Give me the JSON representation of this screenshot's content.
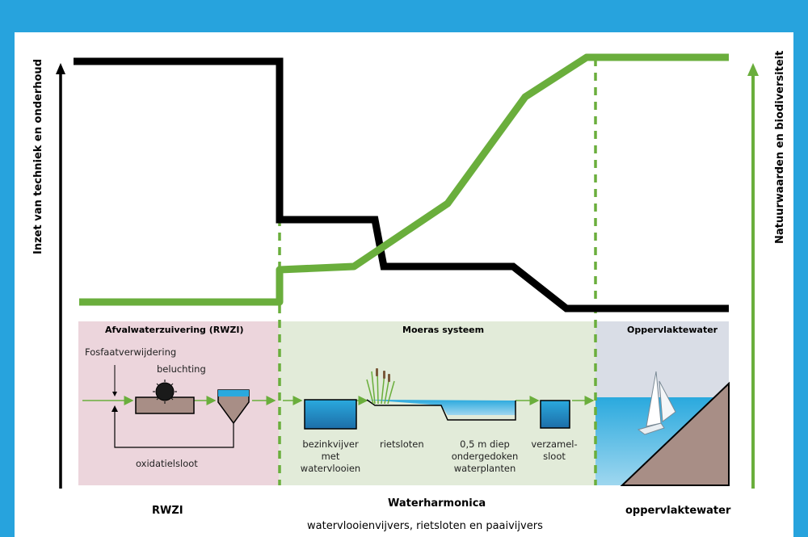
{
  "y_axis_left_label": "Inzet van techniek en onderhoud",
  "y_axis_right_label": "Natuurwaarden en biodiversiteit",
  "zones": {
    "rwzi": {
      "title": "Afvalwaterzuivering (RWZI)",
      "labels": [
        "Fosfaatverwijdering",
        "beluchting",
        "oxidatielsloot"
      ]
    },
    "moeras": {
      "title": "Moeras systeem",
      "labels": [
        "bezinkvijver met watervlooien",
        "rietsloten",
        "0,5 m diep ondergedoken waterplanten",
        "verzamel-sloot"
      ]
    },
    "oppervlakte": {
      "title": "Oppervlaktewater"
    }
  },
  "bottom": {
    "rwzi": "RWZI",
    "waterharmonica": "Waterharmonica",
    "waterharmonica_sub": "watervlooienvijvers, rietsloten en paaivijvers",
    "oppervlaktewater": "oppervlaktewater"
  },
  "colors": {
    "background": "#27a3dd",
    "black_line": "#000000",
    "green_line": "#6aae3c",
    "rwzi_zone": "#ecd5dc",
    "moeras_zone": "#e2ebd9",
    "oppervlakte_zone": "#d9dde6"
  }
}
